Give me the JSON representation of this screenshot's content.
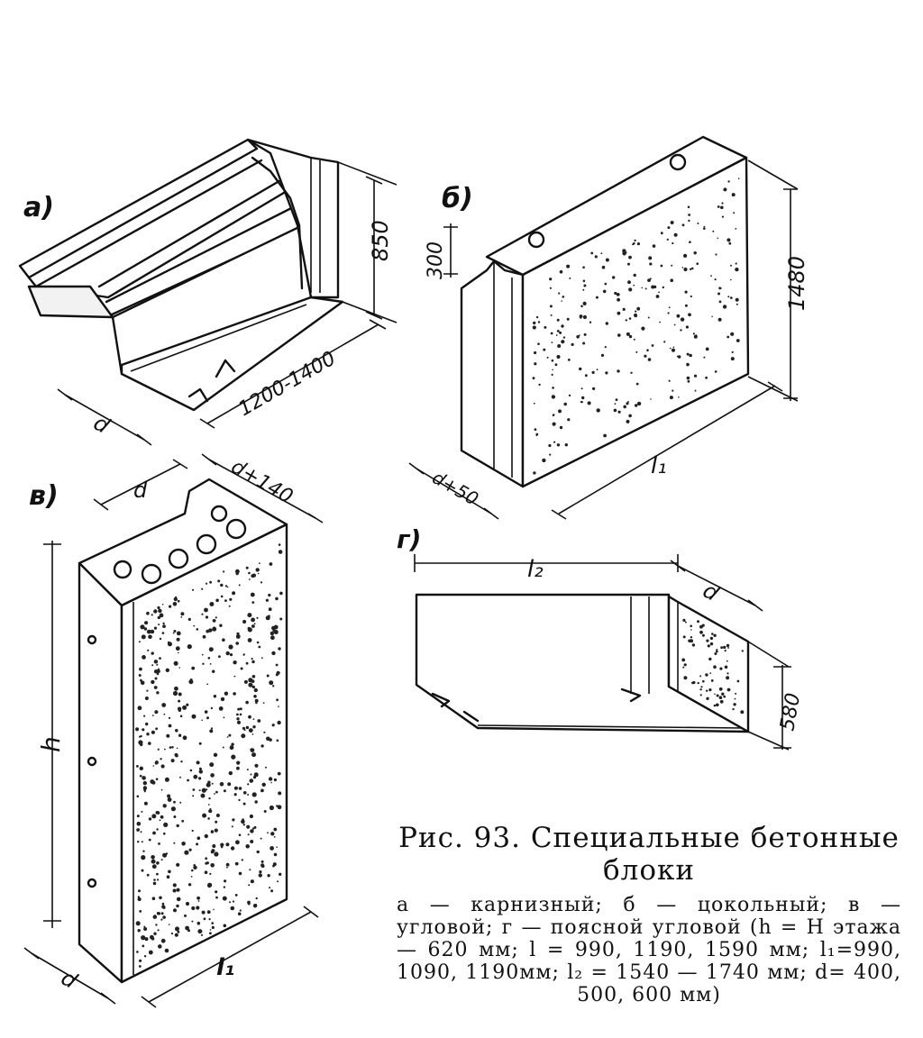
{
  "panels": {
    "a": {
      "label": "а)",
      "dims": [
        "850",
        "1200-1400",
        "d"
      ]
    },
    "b": {
      "label": "б)",
      "dims": [
        "300",
        "1480",
        "l₁",
        "d+50"
      ]
    },
    "v": {
      "label": "в)",
      "dims": [
        "d",
        "d+140",
        "h",
        "l₁",
        "d"
      ]
    },
    "g": {
      "label": "г)",
      "dims": [
        "l₂",
        "d",
        "580"
      ]
    }
  },
  "caption": {
    "title": "Рис. 93. Специальные бетонные блоки",
    "body": "а — карнизный; б — цокольный; в — угловой; г — поясной угловой (h = H этажа — 620 мм; l = 990, 1190, 1590 мм; l₁=990, 1090, 1190мм; l₂ = 1540 — 1740 мм; d= 400, 500, 600 мм)"
  }
}
